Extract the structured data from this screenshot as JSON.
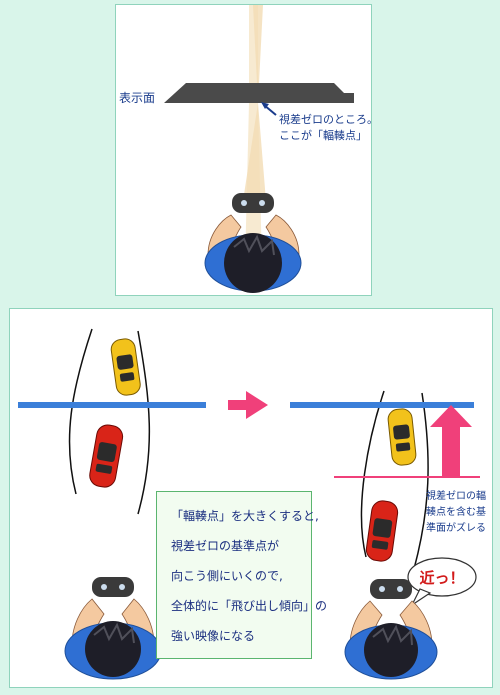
{
  "top_panel": {
    "display_label": "表示面",
    "zero_parallax_note_line1": "視差ゼロのところ。",
    "zero_parallax_note_line2": "ここが「輻輳点」"
  },
  "bottom_panel": {
    "explanation_lines": [
      "「輻輳点」を大きくすると,",
      "視差ゼロの基準点が",
      "向こう側にいくので,",
      "全体的に「飛び出し傾向」の",
      "強い映像になる"
    ],
    "side_note": "視差ゼロの輻輳点を含む基準面がズレる",
    "speech_bubble": "近っ！"
  },
  "colors": {
    "background": "#d9f5ea",
    "reference_line": "#3b7fd9",
    "arrow": "#f0407a",
    "text": "#1b2f80",
    "yellow_car": "#f2c21b",
    "red_car": "#d92418",
    "shirt": "#2f6fd3"
  },
  "icons": [
    "gamepad-icon",
    "yellow-car-icon",
    "red-car-icon",
    "person-icon",
    "speech-bubble-icon",
    "right-arrow-icon",
    "up-arrow-icon"
  ]
}
